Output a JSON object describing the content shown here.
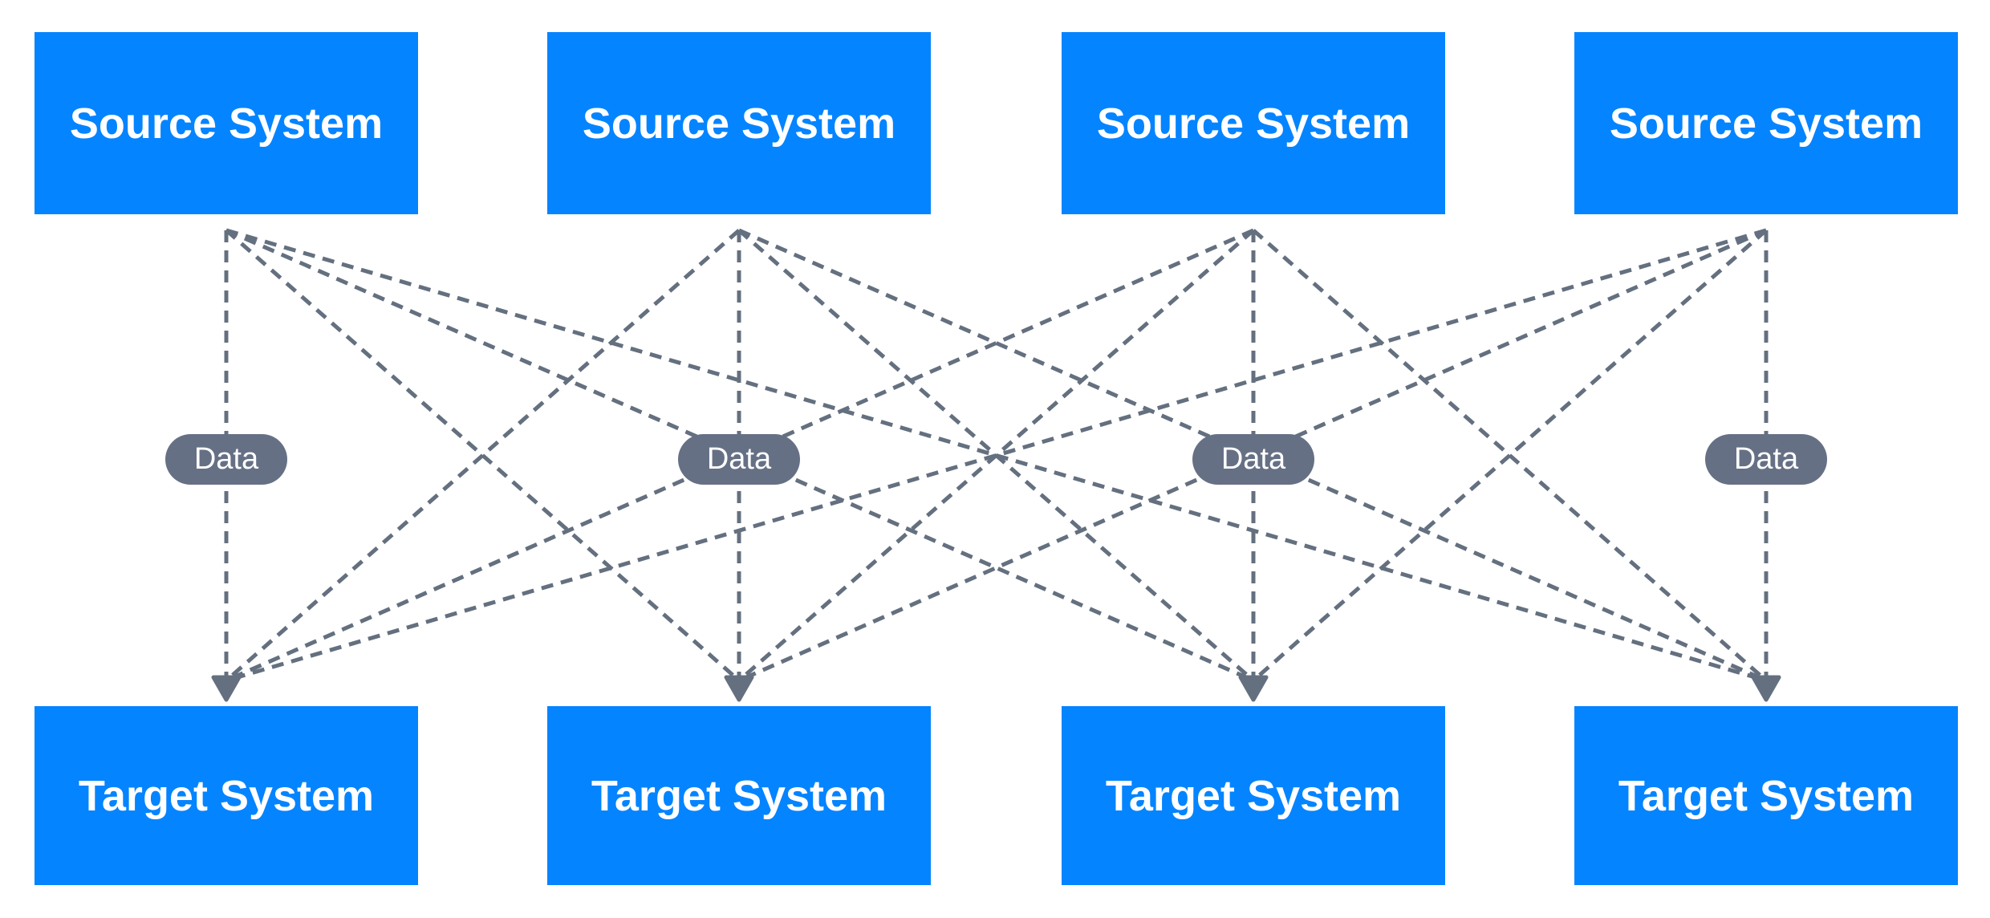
{
  "canvas": {
    "background": "#ffffff"
  },
  "colors": {
    "node_fill": "#0584ff",
    "node_text": "#ffffff",
    "connector": "#64707f",
    "pill_fill": "#667085",
    "pill_text": "#ffffff"
  },
  "sources": [
    {
      "label": "Source System"
    },
    {
      "label": "Source System"
    },
    {
      "label": "Source System"
    },
    {
      "label": "Source System"
    }
  ],
  "targets": [
    {
      "label": "Target System"
    },
    {
      "label": "Target System"
    },
    {
      "label": "Target System"
    },
    {
      "label": "Target System"
    }
  ],
  "pills": [
    {
      "label": "Data"
    },
    {
      "label": "Data"
    },
    {
      "label": "Data"
    },
    {
      "label": "Data"
    }
  ],
  "connections": [
    {
      "from": 0,
      "to": 0
    },
    {
      "from": 0,
      "to": 1
    },
    {
      "from": 0,
      "to": 2
    },
    {
      "from": 0,
      "to": 3
    },
    {
      "from": 1,
      "to": 0
    },
    {
      "from": 1,
      "to": 1
    },
    {
      "from": 1,
      "to": 2
    },
    {
      "from": 1,
      "to": 3
    },
    {
      "from": 2,
      "to": 0
    },
    {
      "from": 2,
      "to": 1
    },
    {
      "from": 2,
      "to": 2
    },
    {
      "from": 2,
      "to": 3
    },
    {
      "from": 3,
      "to": 0
    },
    {
      "from": 3,
      "to": 1
    },
    {
      "from": 3,
      "to": 2
    },
    {
      "from": 3,
      "to": 3
    }
  ]
}
